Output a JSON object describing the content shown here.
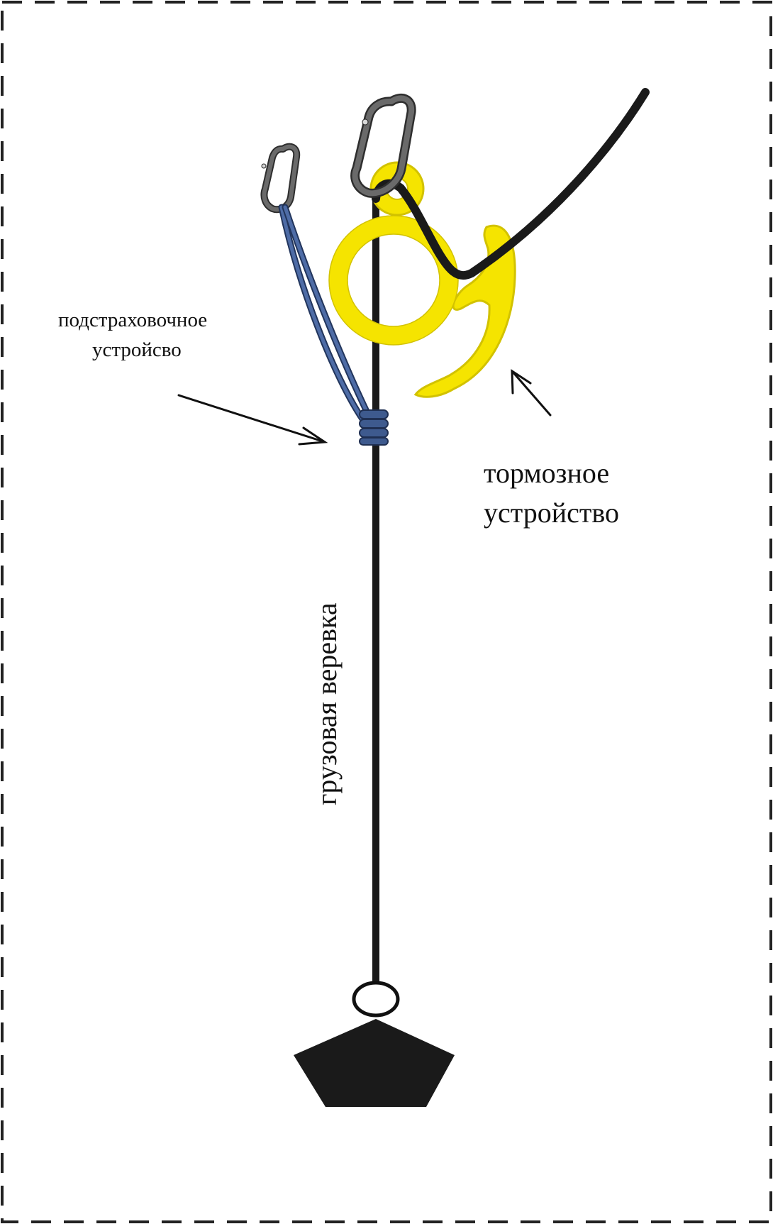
{
  "labels": {
    "backup_device": {
      "line1": "подстраховочное",
      "line2": "устройсво"
    },
    "brake_device": {
      "line1": "тормозное",
      "line2": "устройство"
    },
    "load_rope": "грузовая веревка"
  },
  "colors": {
    "rope": "#1a1a1a",
    "figure_eight": "#f5e400",
    "figure_eight_outline": "#d2c200",
    "prusik_cord": "#3e5a8e",
    "carabiner": "#5a5a5a",
    "carabiner_outline": "#2e2e2e",
    "weight": "#1a1a1a",
    "border": "#222222"
  },
  "icons": {
    "left_carabiner": "carabiner-icon",
    "right_carabiner": "carabiner-icon",
    "brake": "figure-eight-descender-icon",
    "prusik": "prusik-knot-icon",
    "weight": "pentagon-weight-icon",
    "ring": "ring-icon"
  }
}
